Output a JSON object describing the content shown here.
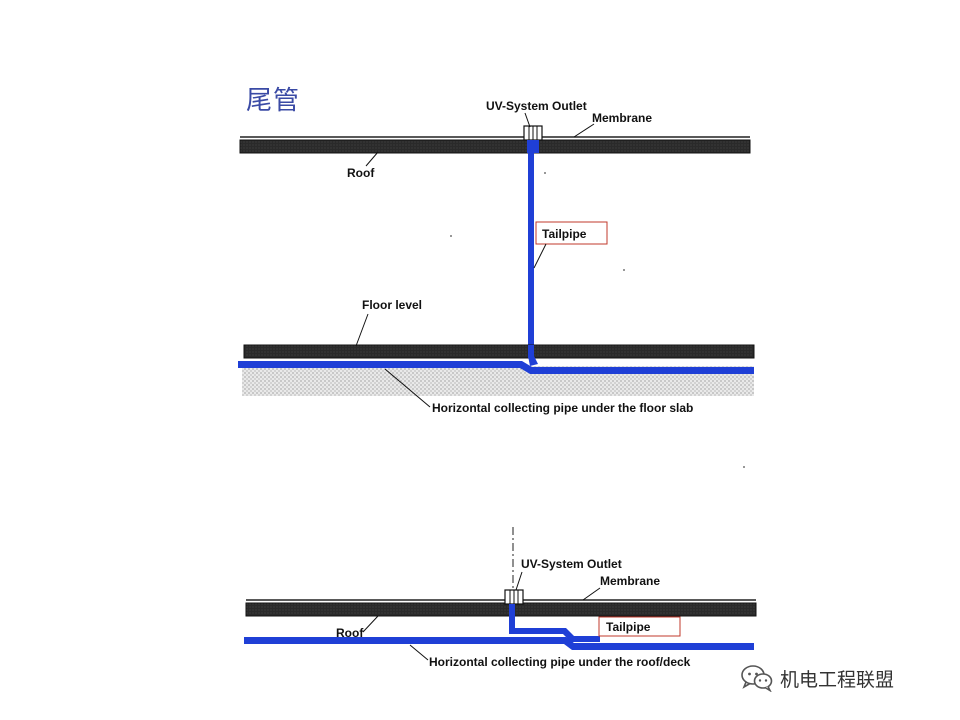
{
  "title": "尾管",
  "top_diagram": {
    "outlet_label": "UV-System Outlet",
    "membrane_label": "Membrane",
    "roof_label": "Roof",
    "tailpipe_label": "Tailpipe",
    "floor_label": "Floor level",
    "collecting_label": "Horizontal collecting pipe under the floor slab"
  },
  "bottom_diagram": {
    "outlet_label": "UV-System Outlet",
    "membrane_label": "Membrane",
    "roof_label": "Roof",
    "tailpipe_label": "Tailpipe",
    "collecting_label": "Horizontal collecting pipe under the roof/deck"
  },
  "colors": {
    "pipe": "#1f3fd6",
    "slab": "#2b2b2b",
    "highlight_box": "#c0392b",
    "title": "#3a4aa5"
  },
  "watermark": {
    "icon": "wechat-icon",
    "text": "机电工程联盟"
  }
}
